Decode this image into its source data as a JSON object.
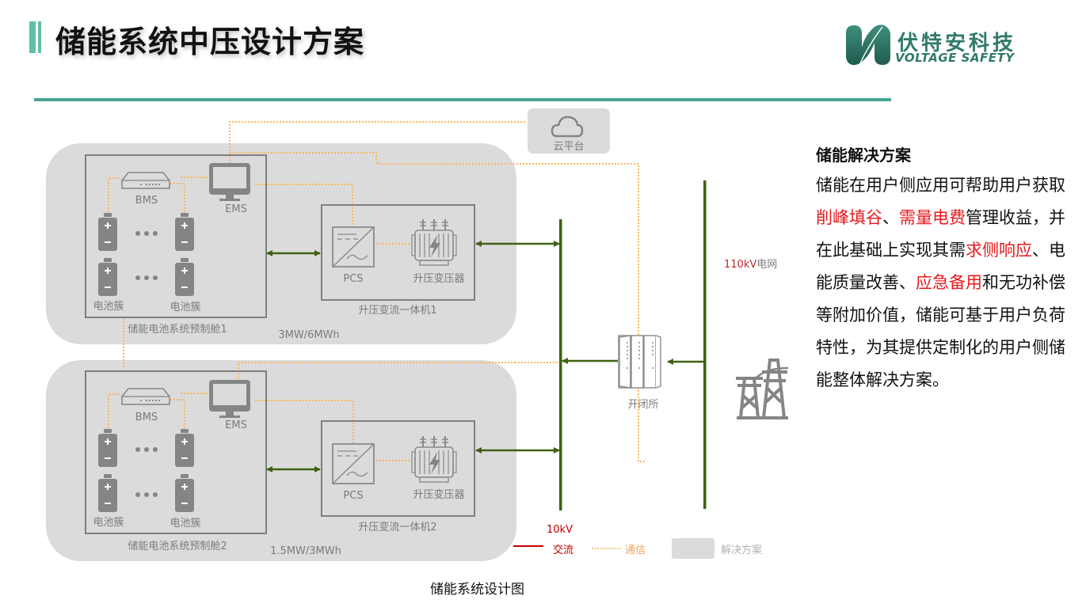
{
  "header": {
    "title": "储能系统中压设计方案",
    "logo_cn": "伏特安科技",
    "logo_en": "VOLTAGE SAFETY",
    "accent_color": "#45a693"
  },
  "diagram": {
    "cloud_label": "云平台",
    "cabins": [
      {
        "bms_label": "BMS",
        "ems_label": "EMS",
        "battery_label_left": "电池簇",
        "battery_label_right": "电池簇",
        "cabin_label": "储能电池系统预制舱1",
        "pcs_label": "PCS",
        "transformer_label": "升压变压器",
        "unit_label": "升压变流一体机1",
        "capacity": "3MW/6MWh"
      },
      {
        "bms_label": "BMS",
        "ems_label": "EMS",
        "battery_label_left": "电池簇",
        "battery_label_right": "电池簇",
        "cabin_label": "储能电池系统预制舱2",
        "pcs_label": "PCS",
        "transformer_label": "升压变压器",
        "unit_label": "升压变流一体机2",
        "capacity": "1.5MW/3MWh"
      }
    ],
    "switch_station_label": "开闭所",
    "grid_label_voltage": "110kV",
    "grid_label_text": "电网",
    "bus_voltage_label": "10kV",
    "legend": {
      "ac_label": "交流",
      "comm_label": "通信",
      "solution_label": "解决方案"
    },
    "colors": {
      "power_line": "#3f6212",
      "comm_line": "#f8b75a",
      "ac_legend": "#c00000",
      "box_fill": "#dcdbdc",
      "icon_gray": "#858585"
    },
    "caption": "储能系统设计图"
  },
  "side": {
    "title": "储能解决方案",
    "body_segments": [
      {
        "text": "储能在用户侧应用可帮助用户获取",
        "highlight": false
      },
      {
        "text": "削峰填谷",
        "highlight": true
      },
      {
        "text": "、",
        "highlight": false
      },
      {
        "text": "需量电费",
        "highlight": true
      },
      {
        "text": "管理收益，并在此基础上实现其需",
        "highlight": false
      },
      {
        "text": "求侧响应",
        "highlight": true
      },
      {
        "text": "、电能质量改善、",
        "highlight": false
      },
      {
        "text": "应急备用",
        "highlight": true
      },
      {
        "text": "和无功补偿等附加价值，储能可基于用户负荷特性，为其提供定制化的用户侧储能整体解决方案。",
        "highlight": false
      }
    ]
  }
}
